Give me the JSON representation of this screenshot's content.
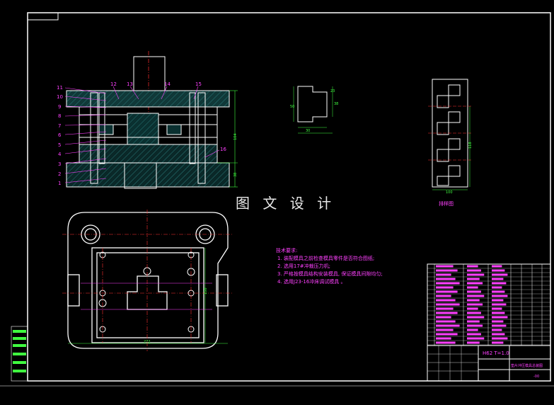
{
  "watermark": "图 文 设 计",
  "colors": {
    "background": "#000000",
    "frame": "#ffffff",
    "part": "#ffffff",
    "center_line": "#ff3030",
    "leader": "#ff40ff",
    "dimension": "#40ff40",
    "hatch": "#40ffff"
  },
  "section_view": {
    "part_numbers_left": [
      "11",
      "10",
      "9",
      "8",
      "7",
      "6",
      "5",
      "4",
      "3",
      "2",
      "1"
    ],
    "part_numbers_top": [
      "12",
      "13",
      "14",
      "15"
    ],
    "part_number_right": "16",
    "dims": [
      "104",
      "38"
    ]
  },
  "part_detail": {
    "dims": [
      "23",
      "50",
      "38",
      "30"
    ]
  },
  "strip_layout": {
    "label": "排样图",
    "dims": [
      "118",
      "100"
    ]
  },
  "plan_view": {
    "dims": [
      "272",
      "150"
    ]
  },
  "technical_notes": {
    "heading": "技术要求:",
    "items": [
      "1. 装配模具之前检查模具零件是否符合图纸;",
      "2. 选用17#冲裁压力机;",
      "3. 严格按模具结构安装模具, 保证模具间隙均匀;",
      "4. 选用J23-16冲床调试模具 。"
    ]
  },
  "title_block": {
    "material": "H62 T=1.0",
    "drawing_name": "垫片冲压模具总装图",
    "sheet_code": "-00"
  }
}
